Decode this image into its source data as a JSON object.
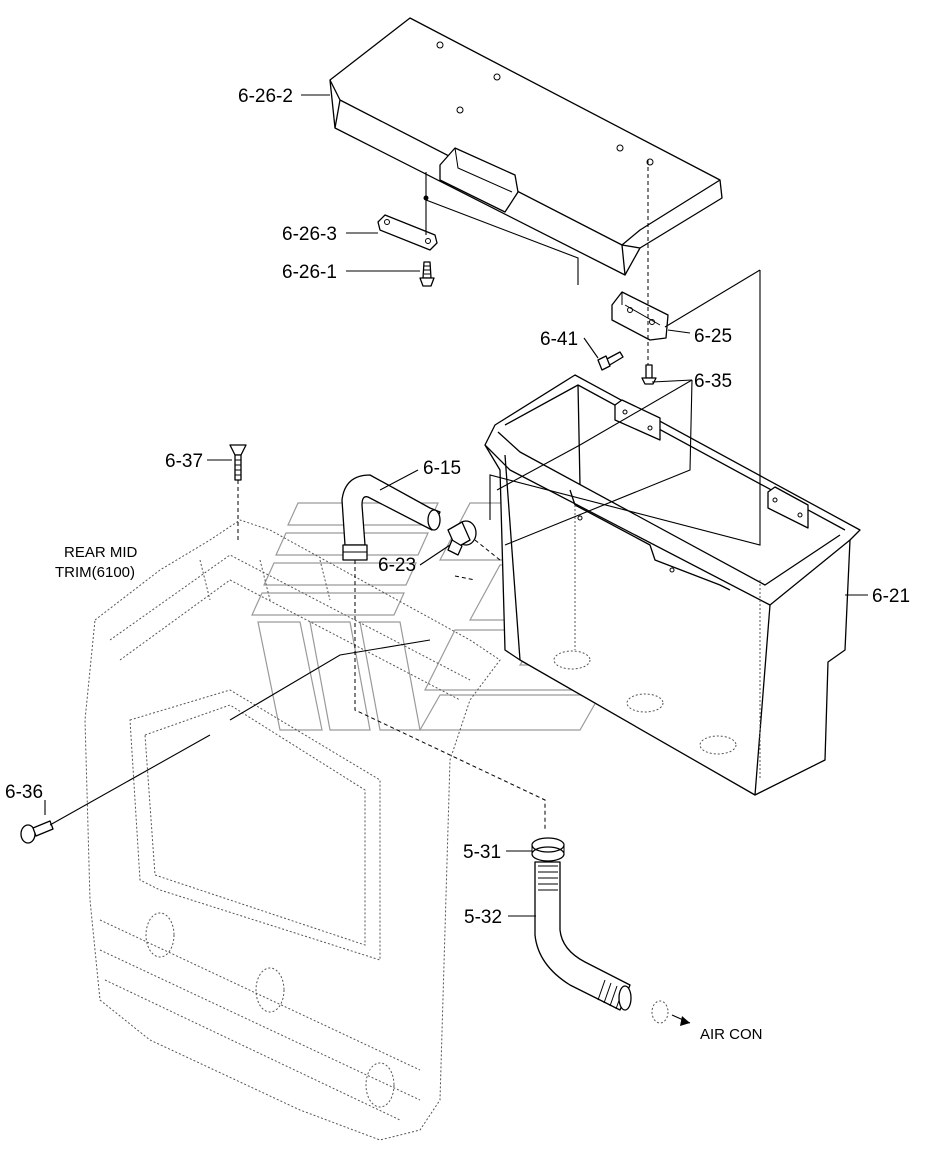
{
  "labels": {
    "cover": "6-26-2",
    "bracket": "6-26-3",
    "cover_screw": "6-26-1",
    "screw_41": "6-41",
    "hinge": "6-25",
    "screw_35": "6-35",
    "screw_37": "6-37",
    "hose": "6-15",
    "rear_mid_trim_line1": "REAR MID",
    "rear_mid_trim_line2": "TRIM(6100)",
    "clip": "6-23",
    "box": "6-21",
    "screw_36": "6-36",
    "clamp": "5-31",
    "drain_pipe": "5-32",
    "air_con": "AIR CON"
  }
}
